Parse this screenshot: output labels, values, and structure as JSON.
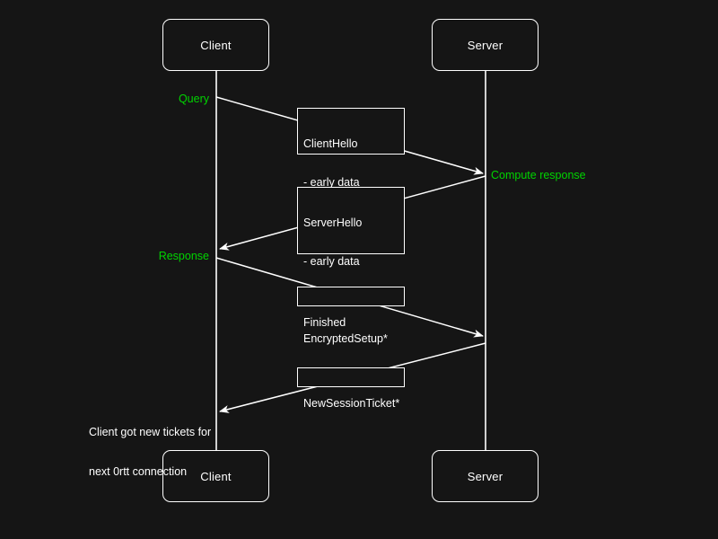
{
  "diagram": {
    "title": "TLS 1.3 0-RTT sequence diagram",
    "background_color": "#151515",
    "line_color": "#ffffff",
    "accent_color": "#00d400",
    "actors": {
      "client_top": "Client",
      "server_top": "Server",
      "client_bottom": "Client",
      "server_bottom": "Server"
    },
    "messages": [
      {
        "id": "client-hello",
        "lines": [
          {
            "text": "ClientHello",
            "color": "white"
          },
          {
            "text": "- early data",
            "color": "white"
          },
          {
            "text": "Query",
            "color": "green"
          }
        ]
      },
      {
        "id": "server-hello",
        "lines": [
          {
            "text": "ServerHello",
            "color": "white"
          },
          {
            "text": "- early data",
            "color": "white"
          },
          {
            "text": "Response",
            "color": "green"
          },
          {
            "text": "EncryptedSetup*",
            "color": "white"
          },
          {
            "text": "Finished",
            "color": "white"
          }
        ]
      },
      {
        "id": "finished",
        "lines": [
          {
            "text": "Finished",
            "color": "white"
          }
        ]
      },
      {
        "id": "new-session-ticket",
        "lines": [
          {
            "text": "NewSessionTicket*",
            "color": "white"
          }
        ]
      }
    ],
    "notes": [
      {
        "id": "query-note",
        "text": "Query",
        "color": "green",
        "side": "left"
      },
      {
        "id": "compute-response-note",
        "text": "Compute response",
        "color": "green",
        "side": "right"
      },
      {
        "id": "response-note",
        "text": "Response",
        "color": "green",
        "side": "left"
      },
      {
        "id": "tickets-note-line1",
        "text": "Client got new tickets for",
        "color": "white",
        "side": "left"
      },
      {
        "id": "tickets-note-line2",
        "text": "next 0rtt connection",
        "color": "white",
        "side": "left"
      }
    ]
  }
}
